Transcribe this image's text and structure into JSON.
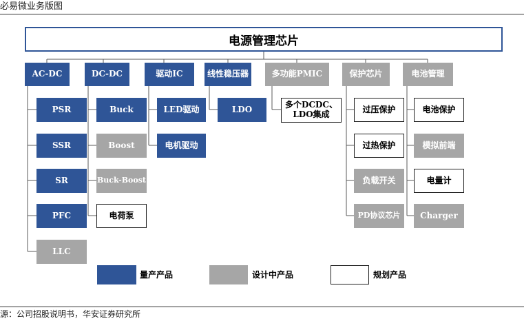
{
  "figure": {
    "caption": "必易微业务版图",
    "source": "源：公司招股说明书，华安证券研究所"
  },
  "root": "电源管理芯片",
  "categories": {
    "acdc": "AC-DC",
    "dcdc": "DC-DC",
    "drive": "驱动IC",
    "ldo": "线性稳压器",
    "pmic": "多功能PMIC",
    "prot": "保护芯片",
    "batt": "电池管理"
  },
  "items": {
    "psr": "PSR",
    "ssr": "SSR",
    "sr": "SR",
    "pfc": "PFC",
    "llc": "LLC",
    "buck": "Buck",
    "boost": "Boost",
    "buckboost": "Buck-Boost",
    "chargepump": "电荷泵",
    "led": "LED驱动",
    "motor": "电机驱动",
    "ldo": "LDO",
    "pmic_line1": "多个DCDC、",
    "pmic_line2": "LDO集成",
    "ovp": "过压保护",
    "otp": "过热保护",
    "loadsw": "负载开关",
    "pd": "PD协议芯片",
    "battprot": "电池保护",
    "afe": "模拟前端",
    "gauge": "电量计",
    "charger": "Charger"
  },
  "legend": {
    "production": "量产产品",
    "design": "设计中产品",
    "planned": "规划产品"
  },
  "colors": {
    "production": "#2f5597",
    "design": "#a6a6a6",
    "planned": "#ffffff"
  }
}
